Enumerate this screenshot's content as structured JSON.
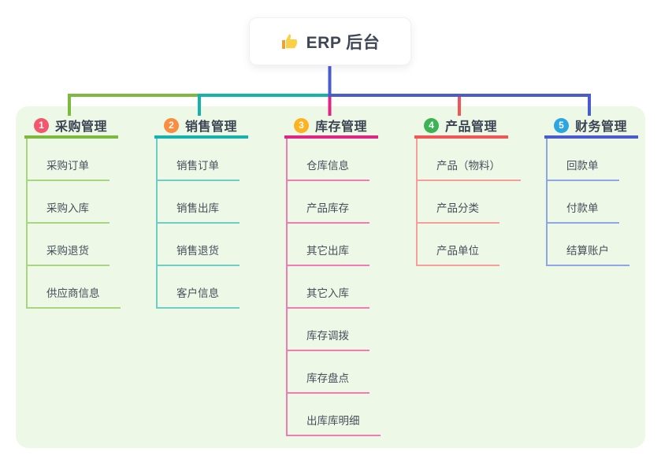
{
  "root": {
    "title": "ERP 后台",
    "icon": "thumbs-up"
  },
  "canvas": {
    "panel_bg": "#edf8e7",
    "trunk_color": "#4a5ad0",
    "icon_main_color": "#fbd046",
    "icon_cuff_color": "#e8a33d"
  },
  "branches": [
    {
      "badge": "1",
      "badge_color": "#f4566e",
      "line_color": "#7cb93e",
      "line_light": "#a8d57f",
      "title": "采购管理",
      "children": [
        "采购订单",
        "采购入库",
        "采购退货",
        "供应商信息"
      ]
    },
    {
      "badge": "2",
      "badge_color": "#fb8d41",
      "line_color": "#16b3ae",
      "line_light": "#6fcdc8",
      "title": "销售管理",
      "children": [
        "销售订单",
        "销售出库",
        "销售退货",
        "客户信息"
      ]
    },
    {
      "badge": "3",
      "badge_color": "#fdb321",
      "line_color": "#e02585",
      "line_light": "#f27bb4",
      "title": "库存管理",
      "children": [
        "仓库信息",
        "产品库存",
        "其它出库",
        "其它入库",
        "库存调拨",
        "库存盘点",
        "出库库明细"
      ]
    },
    {
      "badge": "4",
      "badge_color": "#3cb354",
      "line_color": "#f25555",
      "line_light": "#f79d9b",
      "title": "产品管理",
      "children": [
        "产品（物料）",
        "产品分类",
        "产品单位"
      ]
    },
    {
      "badge": "5",
      "badge_color": "#2ba6e0",
      "line_color": "#4a5ad0",
      "line_light": "#8ea6e8",
      "title": "财务管理",
      "children": [
        "回款单",
        "付款单",
        "结算账户"
      ]
    }
  ]
}
